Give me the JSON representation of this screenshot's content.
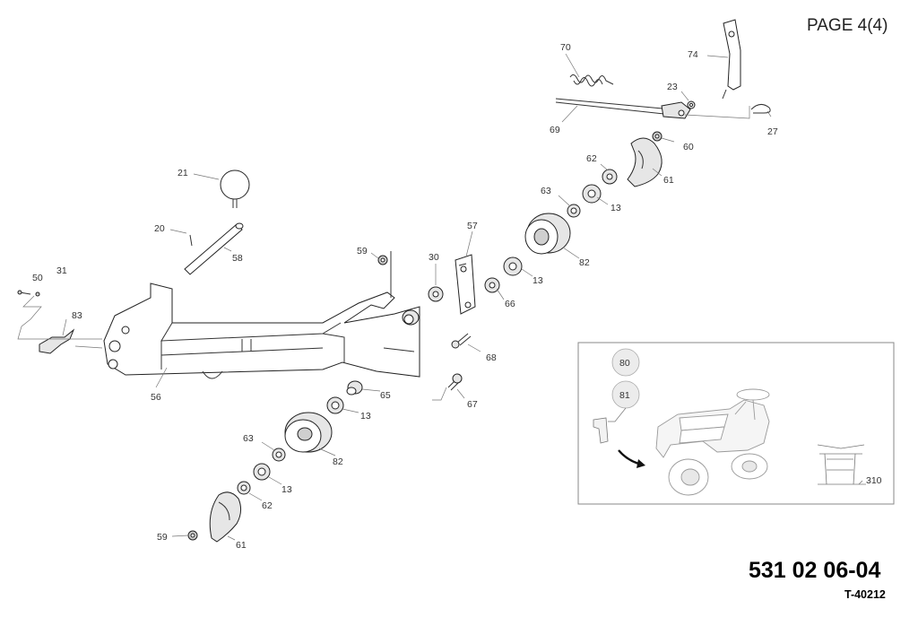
{
  "page_label": "PAGE 4(4)",
  "document_number": "531 02 06-04",
  "drawing_id": "T-40212",
  "callouts": {
    "c70": "70",
    "c74": "74",
    "c23": "23",
    "c27": "27",
    "c69": "69",
    "c60": "60",
    "c62a": "62",
    "c61a": "61",
    "c63a": "63",
    "c13a": "13",
    "c21": "21",
    "c20": "20",
    "c58": "58",
    "c57": "57",
    "c82a": "82",
    "c59a": "59",
    "c30": "30",
    "c13b": "13",
    "c66": "66",
    "c50": "50",
    "c31": "31",
    "c83": "83",
    "c68": "68",
    "c56": "56",
    "c65": "65",
    "c13c": "13",
    "c67": "67",
    "c63b": "63",
    "c82b": "82",
    "c13d": "13",
    "c62b": "62",
    "c59b": "59",
    "c61b": "61",
    "c80": "80",
    "c81": "81",
    "c310": "310"
  }
}
